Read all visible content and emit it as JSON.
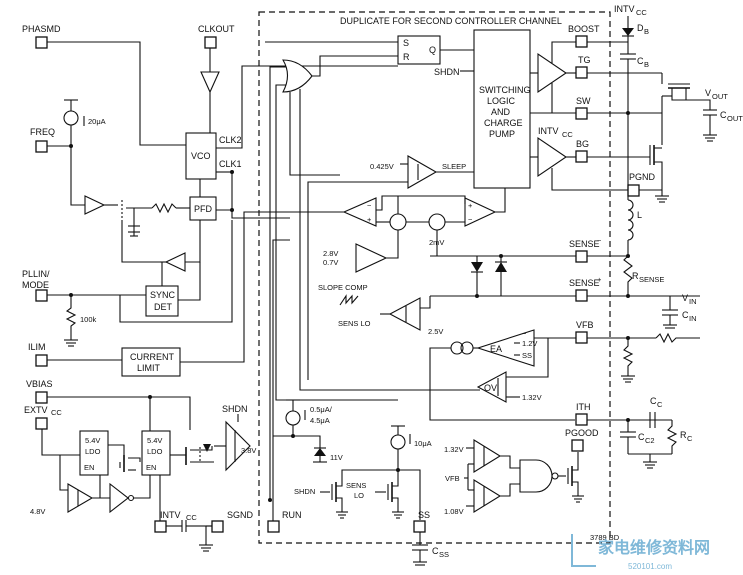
{
  "title": "DUPLICATE FOR SECOND CONTROLLER CHANNEL",
  "pins": {
    "phasmd": "PHASMD",
    "clkout": "CLKOUT",
    "freq": "FREQ",
    "pllin": "PLLIN/",
    "mode": "MODE",
    "ilim": "ILIM",
    "vbias": "VBIAS",
    "extvcc": "EXTV",
    "extvcc_sub": "CC",
    "intvcc": "INTV",
    "intvcc_sub": "CC",
    "sgnd": "SGND",
    "run": "RUN",
    "ss": "SS",
    "shdn": "SHDN",
    "boost": "BOOST",
    "tg": "TG",
    "sw": "SW",
    "bg": "BG",
    "pgnd": "PGND",
    "sense_minus": "SENSE",
    "sense_plus": "SENSE",
    "vfb": "VFB",
    "ith": "ITH",
    "pgood": "PGOOD"
  },
  "blocks": {
    "vco": "VCO",
    "clk2": "CLK2",
    "clk1": "CLK1",
    "pfd": "PFD",
    "sync1": "SYNC",
    "sync2": "DET",
    "current1": "CURRENT",
    "current2": "LIMIT",
    "ldo_a1": "5.4V",
    "ldo_a2": "LDO",
    "ldo_a3": "EN",
    "ldo_b1": "5.4V",
    "ldo_b2": "LDO",
    "ldo_b3": "EN",
    "sw_logic": [
      "SWITCHING",
      "LOGIC",
      "AND",
      "CHARGE",
      "PUMP"
    ],
    "s": "S",
    "r": "R",
    "q": "Q",
    "shdn_in": "SHDN",
    "ea": "EA",
    "ov": "OV",
    "sens_lo1": "SENS",
    "sens_lo2": "LO"
  },
  "labels": {
    "i20ua": "20μA",
    "r100k": "100k",
    "v3p8": "3.8V",
    "v4p8": "4.8V",
    "v0425": "0.425V",
    "sleep": "SLEEP",
    "v2p8": "2.8V",
    "v0p7": "0.7V",
    "slope": "SLOPE COMP",
    "sens_lo": "SENS LO",
    "v2p5": "2.5V",
    "mv2": "2mV",
    "v1p2": "1.2V",
    "ss_in": "SS",
    "v1p32": "1.32V",
    "i05": "0.5μA/",
    "i45": "4.5μA",
    "v11": "11V",
    "i10": "10μA",
    "pg132": "1.32V",
    "pg108": "1.08V",
    "vfb_in": "VFB",
    "shdn_b": "SHDN",
    "intvcc_top": "INTV",
    "intvcc_top_sub": "CC",
    "db": "D",
    "db_sub": "B",
    "cb": "C",
    "cb_sub": "B",
    "vout": "V",
    "vout_sub": "OUT",
    "cout": "C",
    "cout_sub": "OUT",
    "l": "L",
    "rsense": "R",
    "rsense_sub": "SENSE",
    "vin": "V",
    "vin_sub": "IN",
    "cin": "C",
    "cin_sub": "IN",
    "cc": "C",
    "cc_sub": "C",
    "cc2": "C",
    "cc2_sub": "C2",
    "rc": "R",
    "rc_sub": "C",
    "css": "C",
    "css_sub": "SS",
    "minus": "−",
    "plus": "+",
    "fig": "3789 BD"
  },
  "watermark": {
    "main": "家电维修资料网",
    "sub": "520101.com"
  }
}
